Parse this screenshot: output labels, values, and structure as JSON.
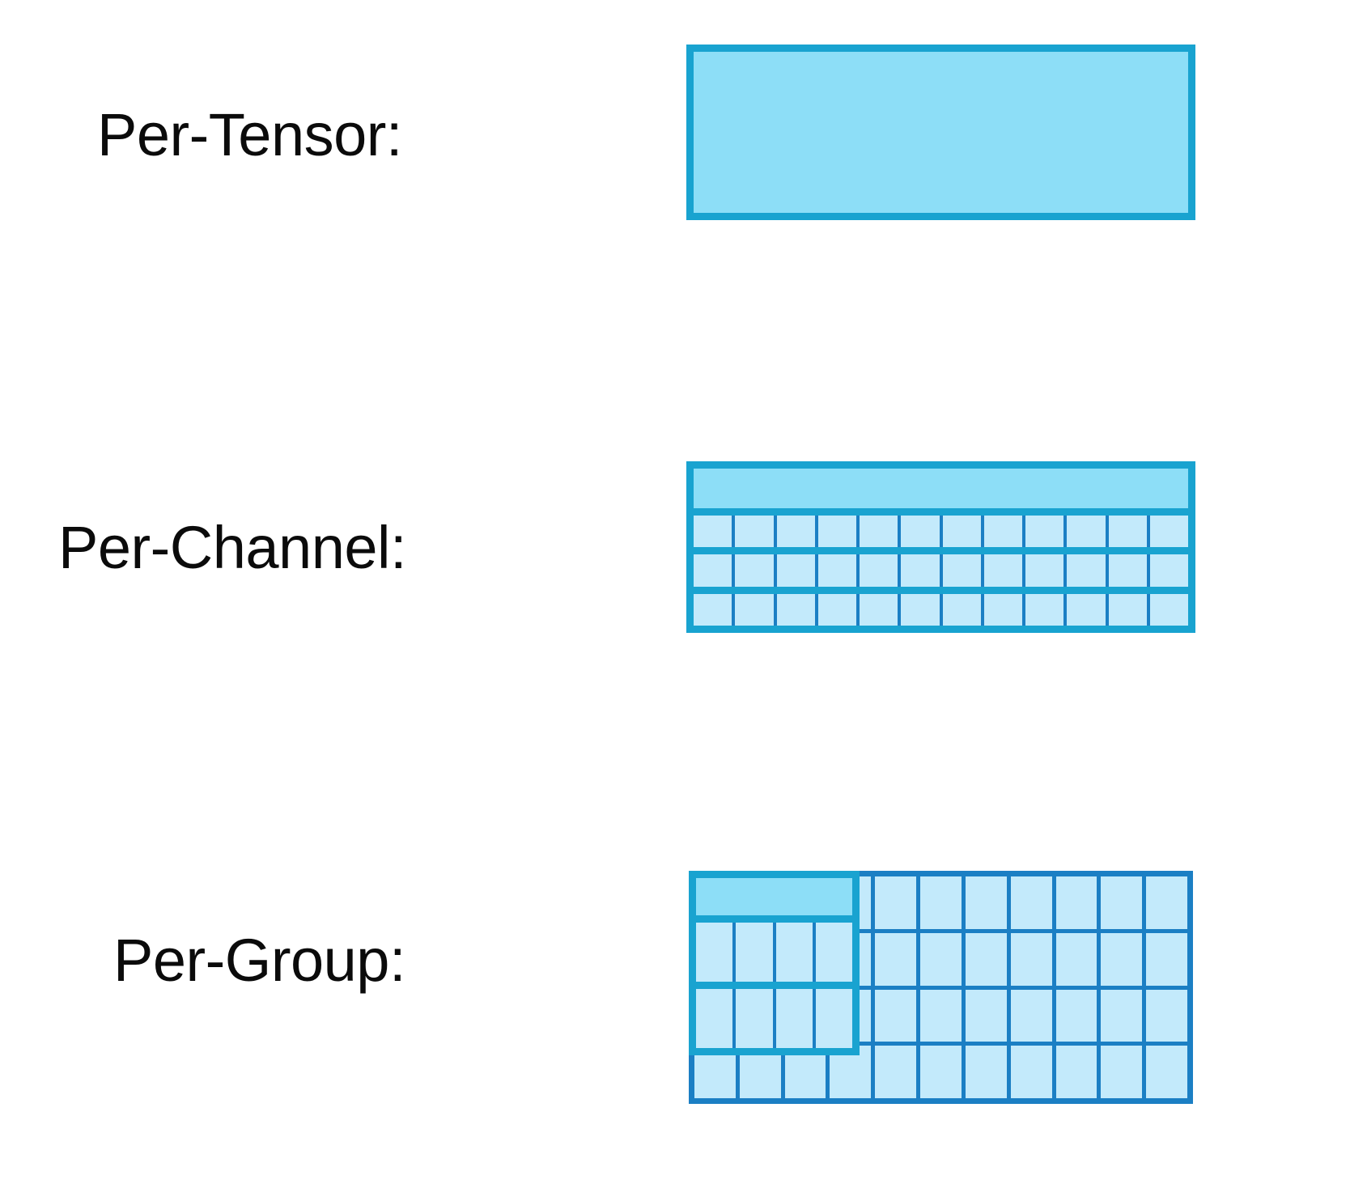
{
  "title": "Quantization Granularity Diagram",
  "colors": {
    "background": "#ffffff",
    "border_strong": "#19a3d0",
    "border_thin": "#1b7fc4",
    "fill_cell": "#c3eafb",
    "fill_highlight": "#8ddef7",
    "label_text": "#0b0b0b"
  },
  "rows": [
    {
      "id": "per-tensor",
      "label": "Per-Tensor:",
      "figure": {
        "kind": "solid-block",
        "columns": 1,
        "rows": 1,
        "highlight_rows": 0,
        "description": "single solid block representing one scale for the whole tensor"
      }
    },
    {
      "id": "per-channel",
      "label": "Per-Channel:",
      "figure": {
        "kind": "grid-with-highlight-row",
        "columns": 12,
        "rows": 3,
        "highlight_rows": 1,
        "description": "full-width highlighted strip above a 12 x 3 cell grid"
      }
    },
    {
      "id": "per-group",
      "label": "Per-Group:",
      "figure": {
        "kind": "grid-with-highlight-block",
        "columns": 11,
        "rows": 4,
        "group_columns": 4,
        "group_rows": 2,
        "highlight_rows": 1,
        "description": "a 4-column group region outlined inside a larger 11 x 4 grid"
      }
    }
  ]
}
